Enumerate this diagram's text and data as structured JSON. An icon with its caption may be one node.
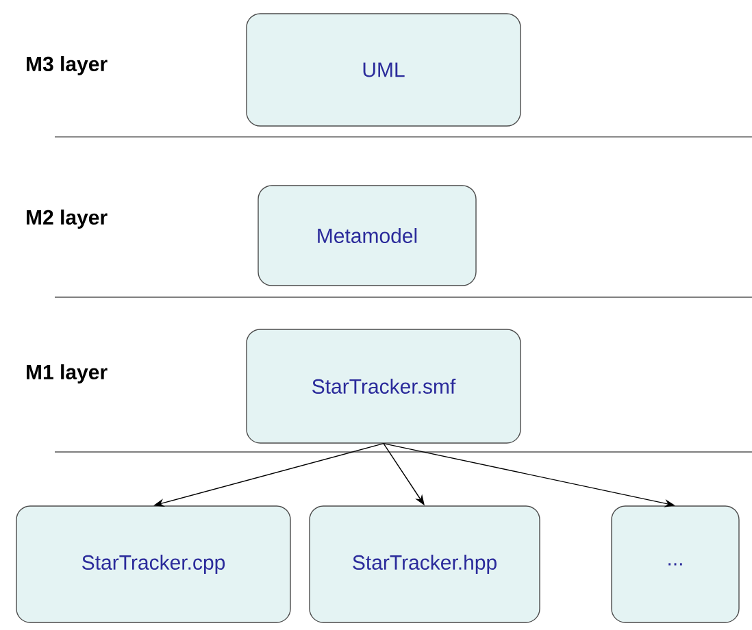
{
  "diagram": {
    "nodes": [
      {
        "text": [
          "UML"
        ]
      },
      {
        "text": [
          "Metamodel"
        ]
      },
      {
        "text": [
          "StarTracker.smf"
        ]
      },
      {
        "text": [
          "StarTracker.cpp"
        ]
      },
      {
        "text": [
          "StarTracker.hpp"
        ]
      },
      {
        "text": [
          "..."
        ]
      }
    ],
    "edges": [
      {
        "from": 2,
        "to": 3,
        "arrow": "to"
      },
      {
        "from": 2,
        "to": 4,
        "arrow": "to"
      },
      {
        "from": 2,
        "to": 5,
        "arrow": "to"
      }
    ],
    "labels": [
      "M3 layer",
      "M2 layer",
      "M1 layer"
    ]
  }
}
